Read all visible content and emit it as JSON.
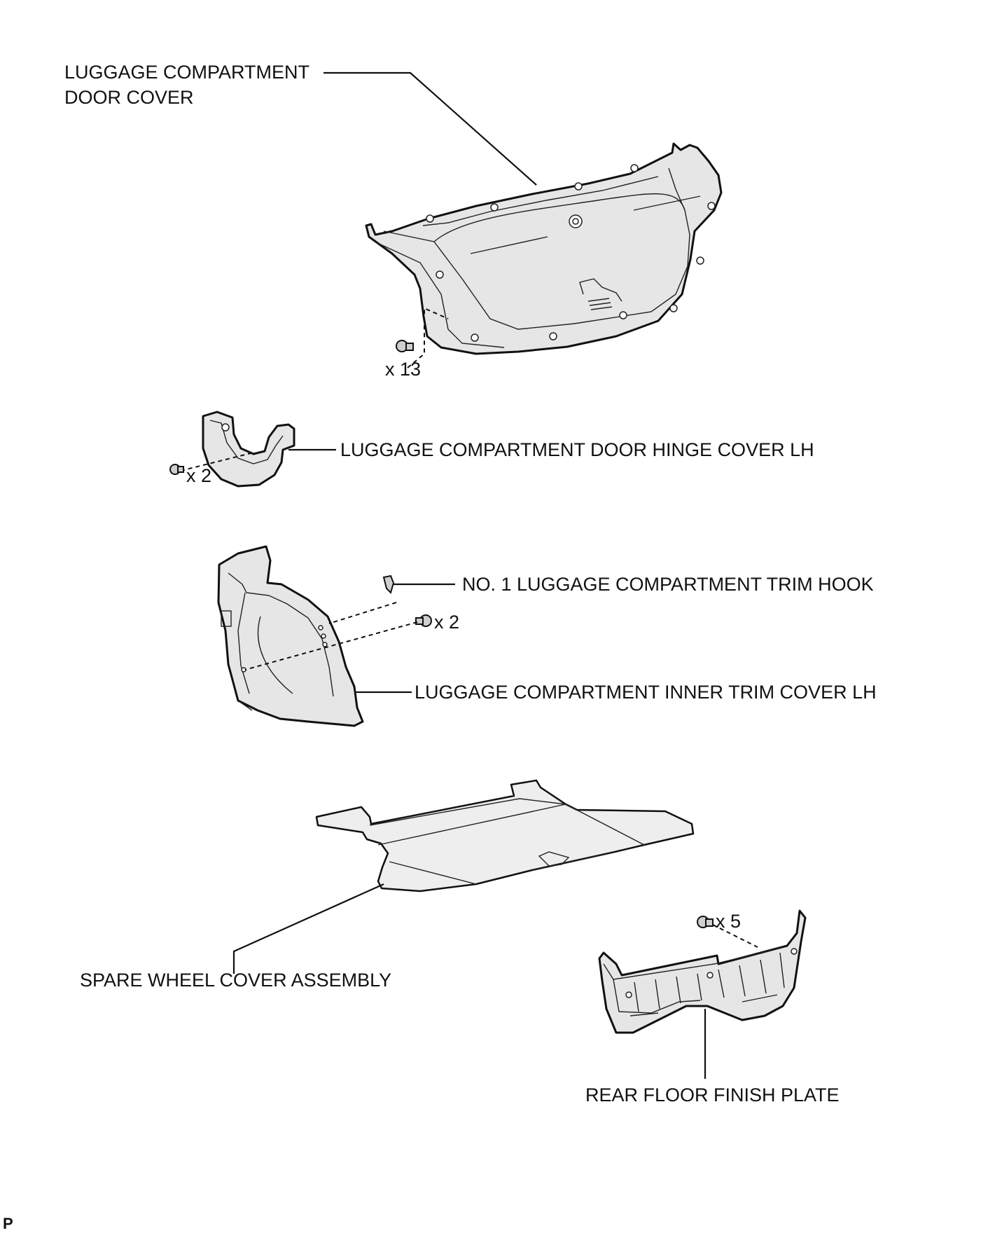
{
  "labels": {
    "door_cover_line1": "LUGGAGE COMPARTMENT",
    "door_cover_line2": "DOOR COVER",
    "hinge_cover": "LUGGAGE COMPARTMENT DOOR HINGE COVER LH",
    "trim_hook": "NO. 1 LUGGAGE COMPARTMENT TRIM HOOK",
    "inner_trim_cover": "LUGGAGE COMPARTMENT INNER TRIM COVER LH",
    "spare_wheel_cover": "SPARE WHEEL COVER ASSEMBLY",
    "rear_floor_plate": "REAR FLOOR FINISH PLATE"
  },
  "quantities": {
    "door_cover_clips": "x 13",
    "hinge_cover_clips": "x 2",
    "inner_trim_clips": "x 2",
    "floor_plate_clips": "x 5"
  },
  "corner_mark": "P",
  "icons": [
    "clip-icon"
  ]
}
